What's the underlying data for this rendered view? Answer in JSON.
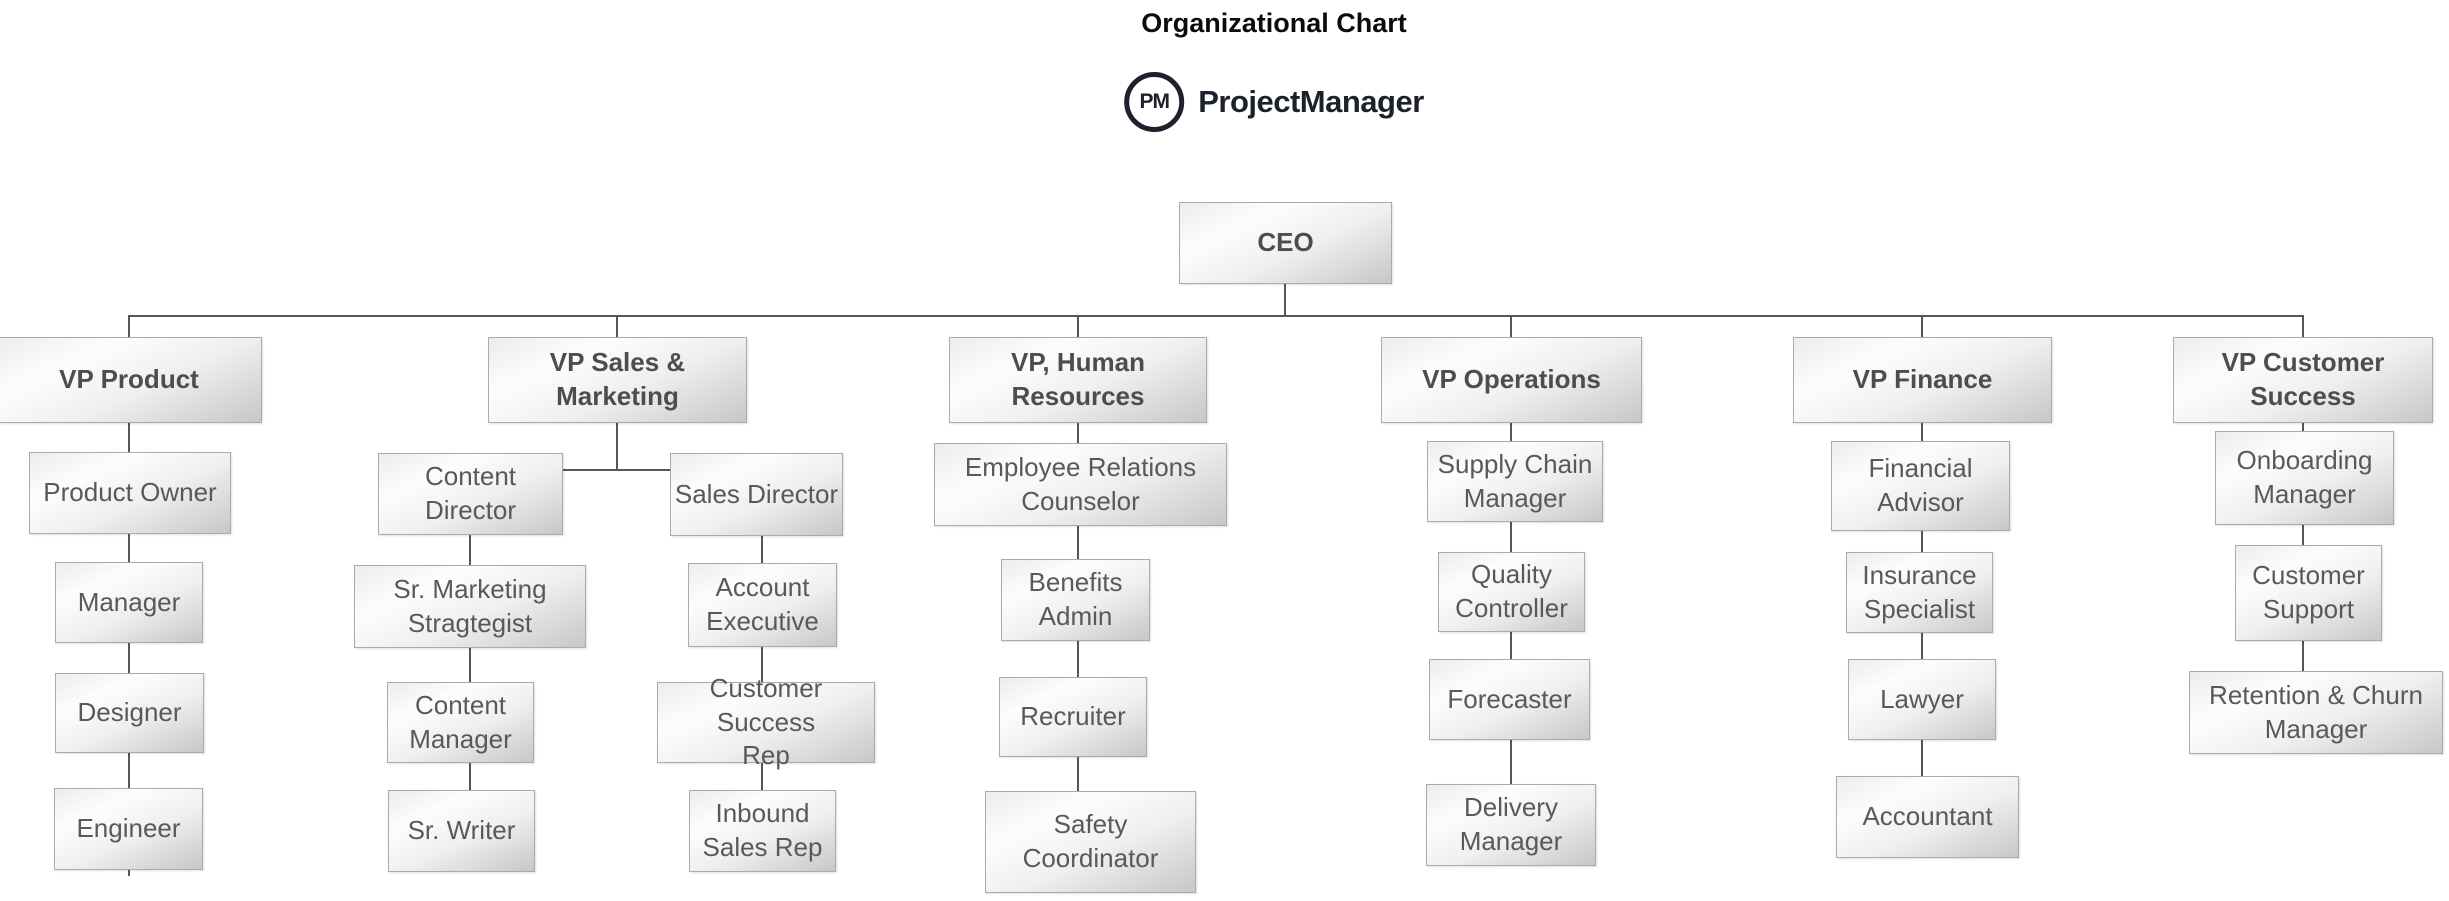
{
  "header": {
    "title": "Organizational Chart",
    "brand": {
      "icon_text": "PM",
      "name": "ProjectManager"
    }
  },
  "colors": {
    "node_text": "#595959",
    "node_text_bold": "#4d4d4d",
    "connector": "#565656",
    "brand": "#1d212b",
    "node_fill_light": "#fdfdfd",
    "node_fill_dark": "#c7c7c7",
    "node_border": "#ababab"
  },
  "nodes": {
    "ceo": {
      "label": "CEO"
    },
    "vp_product": {
      "label": "VP Product"
    },
    "product_owner": {
      "label": "Product Owner"
    },
    "manager": {
      "label": "Manager"
    },
    "designer": {
      "label": "Designer"
    },
    "engineer": {
      "label": "Engineer"
    },
    "vp_sales_marketing": {
      "label": "VP Sales & Marketing"
    },
    "content_director": {
      "label": "Content Director"
    },
    "sr_marketing_strategist": {
      "label": "Sr. Marketing Stragtegist"
    },
    "content_manager": {
      "label": "Content Manager"
    },
    "sr_writer": {
      "label": "Sr. Writer"
    },
    "sales_director": {
      "label": "Sales Director"
    },
    "account_executive": {
      "label": "Account Executive"
    },
    "customer_success_rep": {
      "label": "Customer Success Rep"
    },
    "inbound_sales_rep": {
      "label": "Inbound Sales Rep"
    },
    "vp_hr": {
      "label": "VP, Human Resources"
    },
    "employee_relations_counselor": {
      "label": "Employee Relations Counselor"
    },
    "benefits_admin": {
      "label": "Benefits Admin"
    },
    "recruiter": {
      "label": "Recruiter"
    },
    "safety_coordinator": {
      "label": "Safety Coordinator"
    },
    "vp_operations": {
      "label": "VP Operations"
    },
    "supply_chain_manager": {
      "label": "Supply Chain Manager"
    },
    "quality_controller": {
      "label": "Quality Controller"
    },
    "forecaster": {
      "label": "Forecaster"
    },
    "delivery_manager": {
      "label": "Delivery Manager"
    },
    "vp_finance": {
      "label": "VP Finance"
    },
    "financial_advisor": {
      "label": "Financial Advisor"
    },
    "insurance_specialist": {
      "label": "Insurance Specialist"
    },
    "lawyer": {
      "label": "Lawyer"
    },
    "accountant": {
      "label": "Accountant"
    },
    "vp_customer_success": {
      "label": "VP Customer Success"
    },
    "onboarding_manager": {
      "label": "Onboarding Manager"
    },
    "customer_support": {
      "label": "Customer Support"
    },
    "retention_churn_manager": {
      "label": "Retention & Churn Manager"
    }
  }
}
